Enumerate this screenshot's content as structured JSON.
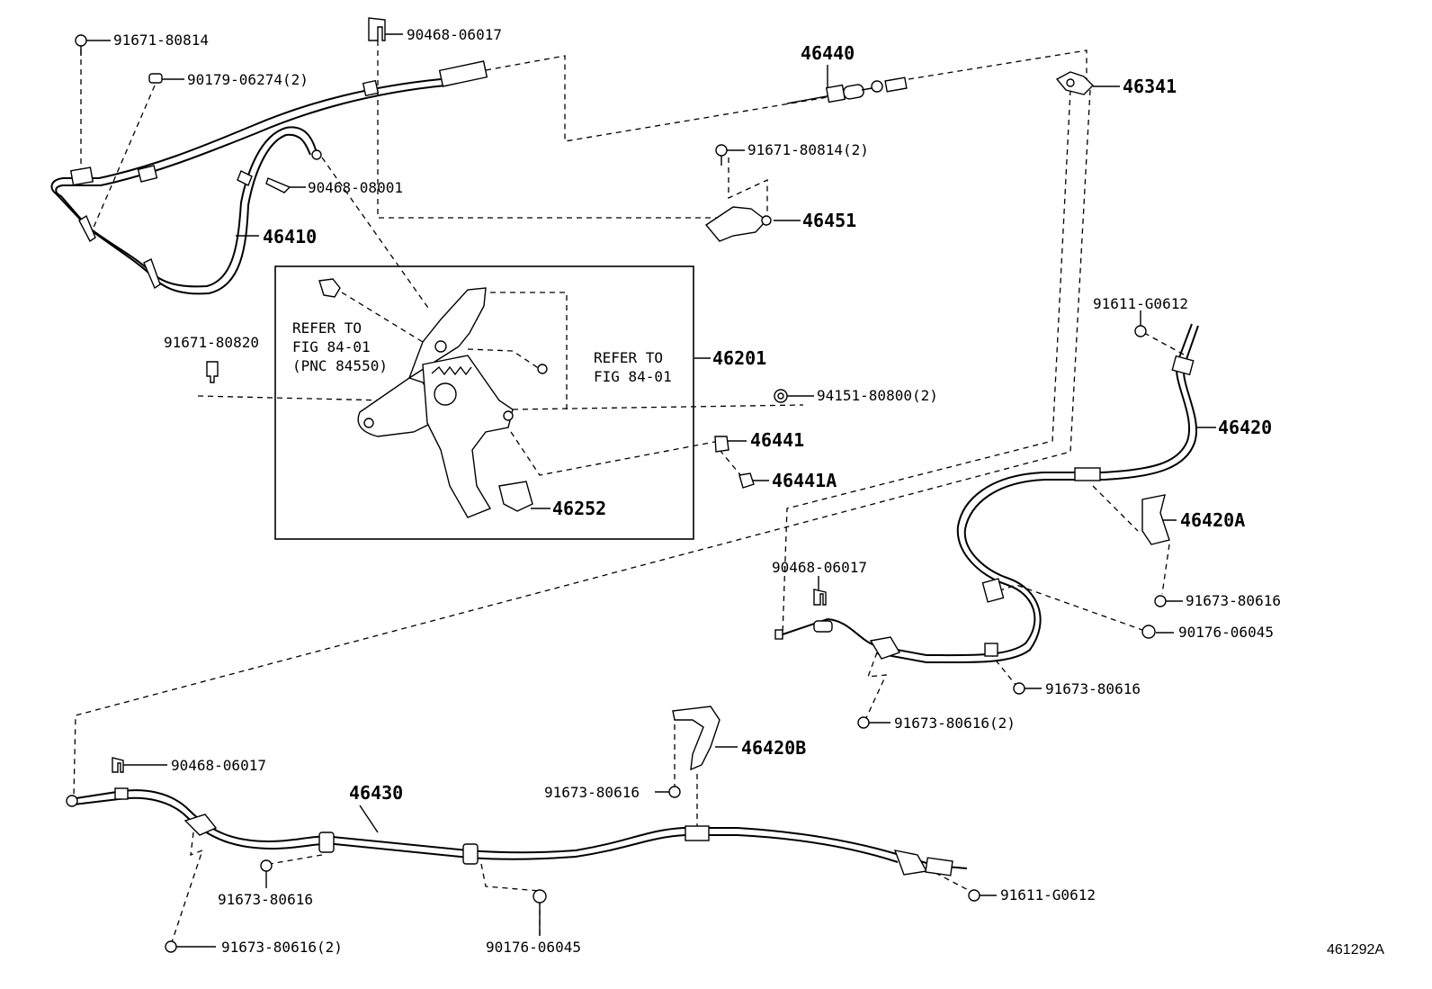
{
  "figure_code": "461292A",
  "callouts": {
    "p91671_80814_top": "91671-80814",
    "p90468_06017_top": "90468-06017",
    "p90179_06274": "90179-06274(2)",
    "p90468_08001": "90468-08001",
    "p46410": "46410",
    "p46440": "46440",
    "p46341": "46341",
    "p91671_80814_2": "91671-80814(2)",
    "p46451": "46451",
    "p91671_80820": "91671-80820",
    "p46201": "46201",
    "p94151_80800": "94151-80800(2)",
    "p46441": "46441",
    "p46441A": "46441A",
    "p46252": "46252",
    "p91611_G0612_r": "91611-G0612",
    "p46420": "46420",
    "p46420A": "46420A",
    "p90468_06017_mid": "90468-06017",
    "p91673_80616_a": "91673-80616",
    "p90176_06045_r": "90176-06045",
    "p91673_80616_b": "91673-80616",
    "p91673_80616_2r": "91673-80616(2)",
    "p46420B": "46420B",
    "p90468_06017_bot": "90468-06017",
    "p46430": "46430",
    "p91673_80616_c": "91673-80616",
    "p91673_80616_d": "91673-80616",
    "p91673_80616_2b": "91673-80616(2)",
    "p90176_06045_b": "90176-06045",
    "p91611_G0612_b": "91611-G0612"
  },
  "refer_left": {
    "line1": "REFER TO",
    "line2": "FIG 84-01",
    "line3": "(PNC 84550)"
  },
  "refer_right": {
    "line1": "REFER TO",
    "line2": "FIG 84-01"
  }
}
